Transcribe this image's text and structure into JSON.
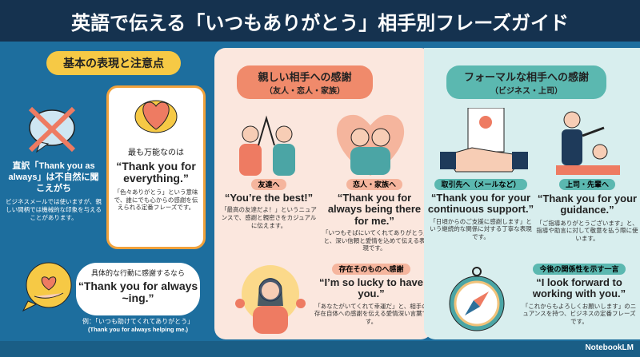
{
  "title": "英語で伝える「いつもありがとう」相手別フレーズガイド",
  "left": {
    "heading": "基本の表現と注意点",
    "bad": {
      "title": "直訳「Thank you as always」は不自然に聞こえがち",
      "desc": "ビジネスメールでは使いますが、親しい間柄では機械的な印象を与えることがあります。",
      "icon": "crossed-speech-bubble"
    },
    "best": {
      "lead": "最も万能なのは",
      "phrase": "“Thank you for everything.”",
      "desc": "「色々ありがとう」という意味で、誰にでも心からの感謝を伝えられる定番フレーズです。",
      "icon": "smiling-heart"
    },
    "specific": {
      "lead": "具体的な行動に感謝するなら",
      "phrase": "“Thank you for always ~ing.”",
      "example": "例：「いつも助けてくれてありがとう」",
      "example_en": "(Thank you for always helping me.)",
      "icon": "hands-heart"
    }
  },
  "mid": {
    "heading": "親しい相手への感謝",
    "sub": "（友人・恋人・家族）",
    "items": [
      {
        "tag": "友達へ",
        "phrase": "“You’re the best!”",
        "desc": "「最高の友達だよ！」というニュアンスで、感謝と親密さをカジュアルに伝えます。"
      },
      {
        "tag": "恋人・家族へ",
        "phrase": "“Thank you for always being there for me.”",
        "desc": "「いつもそばにいてくれてありがとう」と、深い信頼と愛情を込めて伝える表現です。"
      },
      {
        "tag": "存在そのものへ感謝",
        "phrase": "“I’m so lucky to have you.”",
        "desc": "「あなたがいてくれて幸運だ」と、相手の存在自体への感謝を伝える愛情深い言葉です。"
      }
    ]
  },
  "right": {
    "heading": "フォーマルな相手への感謝",
    "sub": "（ビジネス・上司）",
    "items": [
      {
        "tag": "取引先へ（メールなど）",
        "phrase": "“Thank you for your continuous support.”",
        "desc": "「日頃からのご支援に感謝します」という継続的な関係に対する丁寧な表現です。"
      },
      {
        "tag": "上司・先輩へ",
        "phrase": "“Thank you for your guidance.”",
        "desc": "「ご指導ありがとうございます」と、指導や助言に対して敬意を払う際に使います。"
      },
      {
        "tag": "今後の関係性を示す一言",
        "phrase": "“I look forward to working with you.”",
        "desc": "「これからもよろしくお願いします」のニュアンスを持つ、ビジネスの定番フレーズです。"
      }
    ]
  },
  "footer": {
    "brand": "NotebookLM"
  },
  "colors": {
    "header": "#15324f",
    "blue": "#1d6e9e",
    "yellow": "#f6c945",
    "peach": "#fbe7de",
    "teal": "#d8eeee",
    "coral": "#f08a6b"
  }
}
